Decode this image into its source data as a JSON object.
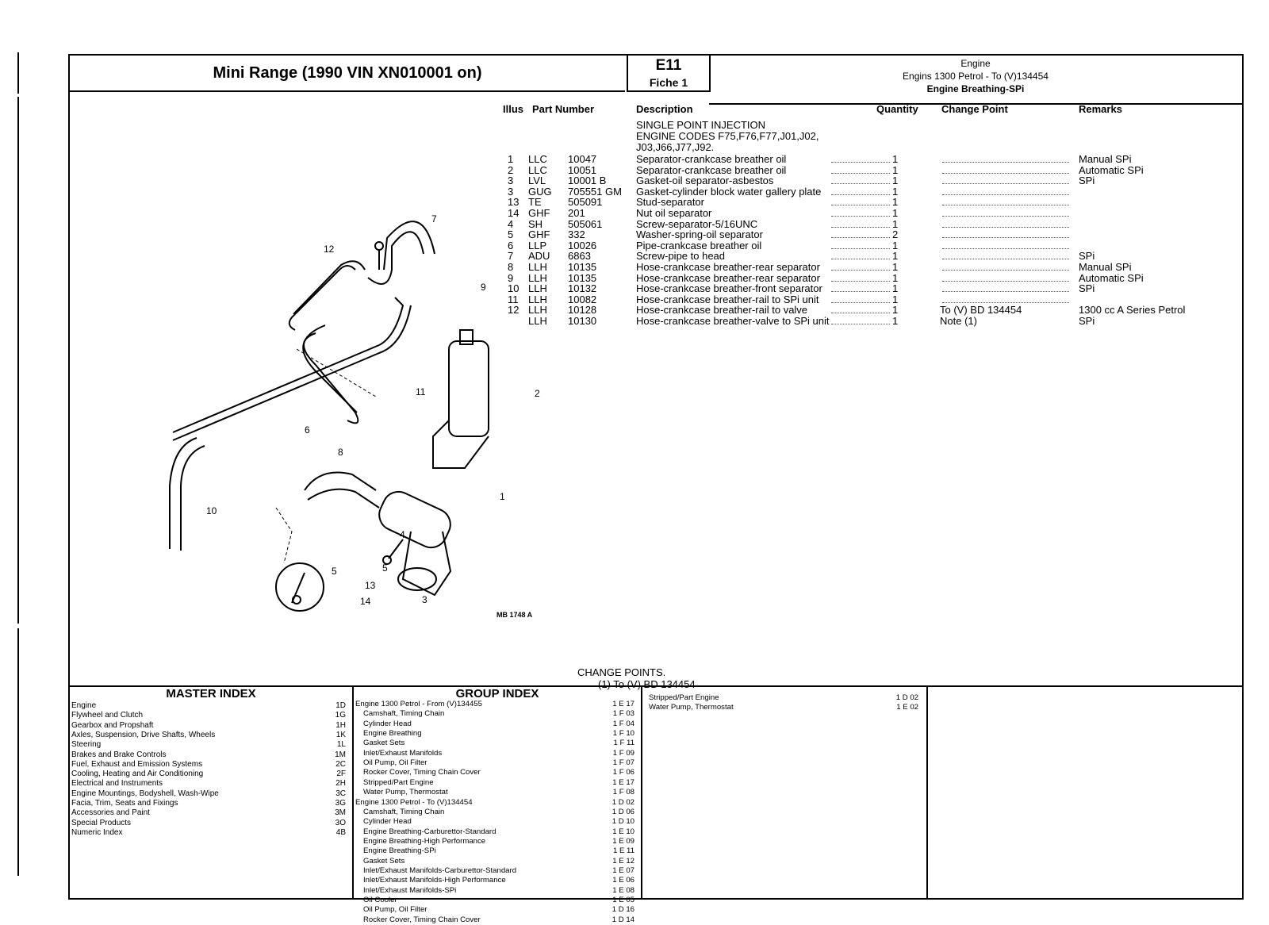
{
  "header": {
    "title": "Mini Range (1990 VIN XN010001 on)",
    "code": "E11",
    "fiche": "Fiche 1",
    "section": "Engine",
    "subsection": "Engins 1300 Petrol - To (V)134454",
    "topic": "Engine Breathing-SPi"
  },
  "table_headers": {
    "illus": "Illus",
    "part_number": "Part Number",
    "description": "Description",
    "quantity": "Quantity",
    "change_point": "Change Point",
    "remarks": "Remarks"
  },
  "intro": {
    "line1": "SINGLE POINT INJECTION",
    "line2": "ENGINE CODES F75,F76,F77,J01,J02,",
    "line3": "J03,J66,J77,J92."
  },
  "parts": [
    {
      "illus": "1",
      "prefix": "LLC",
      "number": "10047",
      "desc": "Separator-crankcase breather oil",
      "qty": "1",
      "change": "",
      "remarks": "Manual SPi"
    },
    {
      "illus": "2",
      "prefix": "LLC",
      "number": "10051",
      "desc": "Separator-crankcase breather oil",
      "qty": "1",
      "change": "",
      "remarks": "Automatic SPi"
    },
    {
      "illus": "3",
      "prefix": "LVL",
      "number": "10001 B",
      "desc": "Gasket-oil separator-asbestos",
      "qty": "1",
      "change": "",
      "remarks": "SPi"
    },
    {
      "illus": "3",
      "prefix": "GUG",
      "number": "705551 GM",
      "desc": "Gasket-cylinder block water gallery plate",
      "qty": "1",
      "change": "",
      "remarks": ""
    },
    {
      "illus": "13",
      "prefix": "TE",
      "number": "505091",
      "desc": "Stud-separator",
      "qty": "1",
      "change": "",
      "remarks": ""
    },
    {
      "illus": "14",
      "prefix": "GHF",
      "number": "201",
      "desc": "Nut oil separator",
      "qty": "1",
      "change": "",
      "remarks": ""
    },
    {
      "illus": "4",
      "prefix": "SH",
      "number": "505061",
      "desc": "Screw-separator-5/16UNC",
      "qty": "1",
      "change": "",
      "remarks": ""
    },
    {
      "illus": "5",
      "prefix": "GHF",
      "number": "332",
      "desc": "Washer-spring-oil separator",
      "qty": "2",
      "change": "",
      "remarks": ""
    },
    {
      "illus": "6",
      "prefix": "LLP",
      "number": "10026",
      "desc": "Pipe-crankcase breather oil",
      "qty": "1",
      "change": "",
      "remarks": ""
    },
    {
      "illus": "7",
      "prefix": "ADU",
      "number": "6863",
      "desc": "Screw-pipe to head",
      "qty": "1",
      "change": "",
      "remarks": "SPi"
    },
    {
      "illus": "8",
      "prefix": "LLH",
      "number": "10135",
      "desc": "Hose-crankcase breather-rear separator",
      "qty": "1",
      "change": "",
      "remarks": "Manual SPi"
    },
    {
      "illus": "9",
      "prefix": "LLH",
      "number": "10135",
      "desc": "Hose-crankcase breather-rear separator",
      "qty": "1",
      "change": "",
      "remarks": "Automatic SPi"
    },
    {
      "illus": "10",
      "prefix": "LLH",
      "number": "10132",
      "desc": "Hose-crankcase breather-front separator",
      "qty": "1",
      "change": "",
      "remarks": "SPi"
    },
    {
      "illus": "11",
      "prefix": "LLH",
      "number": "10082",
      "desc": "Hose-crankcase breather-rail to SPi unit",
      "qty": "1",
      "change": "",
      "remarks": ""
    },
    {
      "illus": "12",
      "prefix": "LLH",
      "number": "10128",
      "desc": "Hose-crankcase breather-rail to valve",
      "qty": "1",
      "change": "To (V) BD 134454",
      "remarks": "1300 cc A Series Petrol"
    },
    {
      "illus": "",
      "prefix": "LLH",
      "number": "10130",
      "desc": "Hose-crankcase breather-valve to SPi unit",
      "qty": "1",
      "change": "Note (1)",
      "remarks": "SPi"
    }
  ],
  "drawing": {
    "reference": "MB 1748 A",
    "callouts": [
      "1",
      "2",
      "3",
      "4",
      "5",
      "6",
      "7",
      "8",
      "9",
      "10",
      "11",
      "12",
      "13",
      "14",
      "5"
    ]
  },
  "change_points": {
    "title": "CHANGE POINTS.",
    "note1": "(1) To (V) BD 134454"
  },
  "master_index": {
    "title": "MASTER INDEX",
    "items": [
      {
        "label": "Engine",
        "code": "1D"
      },
      {
        "label": "Flywheel and Clutch",
        "code": "1G"
      },
      {
        "label": "Gearbox and Propshaft",
        "code": "1H"
      },
      {
        "label": "Axles, Suspension, Drive Shafts, Wheels",
        "code": "1K"
      },
      {
        "label": "Steering",
        "code": "1L"
      },
      {
        "label": "Brakes and Brake Controls",
        "code": "1M"
      },
      {
        "label": "Fuel, Exhaust and Emission Systems",
        "code": "2C"
      },
      {
        "label": "Cooling, Heating and Air Conditioning",
        "code": "2F"
      },
      {
        "label": "Electrical and Instruments",
        "code": "2H"
      },
      {
        "label": "Engine Mountings, Bodyshell, Wash-Wipe",
        "code": "3C"
      },
      {
        "label": "Facia, Trim, Seats and Fixings",
        "code": "3G"
      },
      {
        "label": "Accessories and Paint",
        "code": "3M"
      },
      {
        "label": "Special Products",
        "code": "3O"
      },
      {
        "label": "Numeric Index",
        "code": "4B"
      }
    ]
  },
  "group_index": {
    "title": "GROUP INDEX",
    "items": [
      {
        "label": "Engine 1300 Petrol - From (V)134455",
        "code": "1 E 17",
        "indent": false
      },
      {
        "label": "Camshaft, Timing Chain",
        "code": "1 F 03",
        "indent": true
      },
      {
        "label": "Cylinder Head",
        "code": "1 F 04",
        "indent": true
      },
      {
        "label": "Engine Breathing",
        "code": "1 F 10",
        "indent": true
      },
      {
        "label": "Gasket Sets",
        "code": "1 F 11",
        "indent": true
      },
      {
        "label": "Inlet/Exhaust Manifolds",
        "code": "1 F 09",
        "indent": true
      },
      {
        "label": "Oil Pump, Oil Filter",
        "code": "1 F 07",
        "indent": true
      },
      {
        "label": "Rocker Cover, Timing Chain Cover",
        "code": "1 F 06",
        "indent": true
      },
      {
        "label": "Stripped/Part Engine",
        "code": "1 E 17",
        "indent": true
      },
      {
        "label": "Water Pump, Thermostat",
        "code": "1 F 08",
        "indent": true
      },
      {
        "label": "Engine 1300 Petrol - To (V)134454",
        "code": "1 D 02",
        "indent": false
      },
      {
        "label": "Camshaft, Timing Chain",
        "code": "1 D 06",
        "indent": true
      },
      {
        "label": "Cylinder Head",
        "code": "1 D 10",
        "indent": true
      },
      {
        "label": "Engine Breathing-Carburettor-Standard",
        "code": "1 E 10",
        "indent": true
      },
      {
        "label": "Engine Breathing-High Performance",
        "code": "1 E 09",
        "indent": true
      },
      {
        "label": "Engine Breathing-SPi",
        "code": "1 E 11",
        "indent": true
      },
      {
        "label": "Gasket Sets",
        "code": "1 E 12",
        "indent": true
      },
      {
        "label": "Inlet/Exhaust Manifolds-Carburettor-Standard",
        "code": "1 E 07",
        "indent": true
      },
      {
        "label": "Inlet/Exhaust Manifolds-High Performance",
        "code": "1 E 06",
        "indent": true
      },
      {
        "label": "Inlet/Exhaust Manifolds-SPi",
        "code": "1 E 08",
        "indent": true
      },
      {
        "label": "Oil Cooler",
        "code": "1 E 05",
        "indent": true
      },
      {
        "label": "Oil Pump, Oil Filter",
        "code": "1 D 16",
        "indent": true
      },
      {
        "label": "Rocker Cover, Timing Chain Cover",
        "code": "1 D 14",
        "indent": true
      }
    ]
  },
  "group_index_extra": {
    "items": [
      {
        "label": "Stripped/Part Engine",
        "code": "1 D 02"
      },
      {
        "label": "Water Pump, Thermostat",
        "code": "1 E 02"
      }
    ]
  }
}
